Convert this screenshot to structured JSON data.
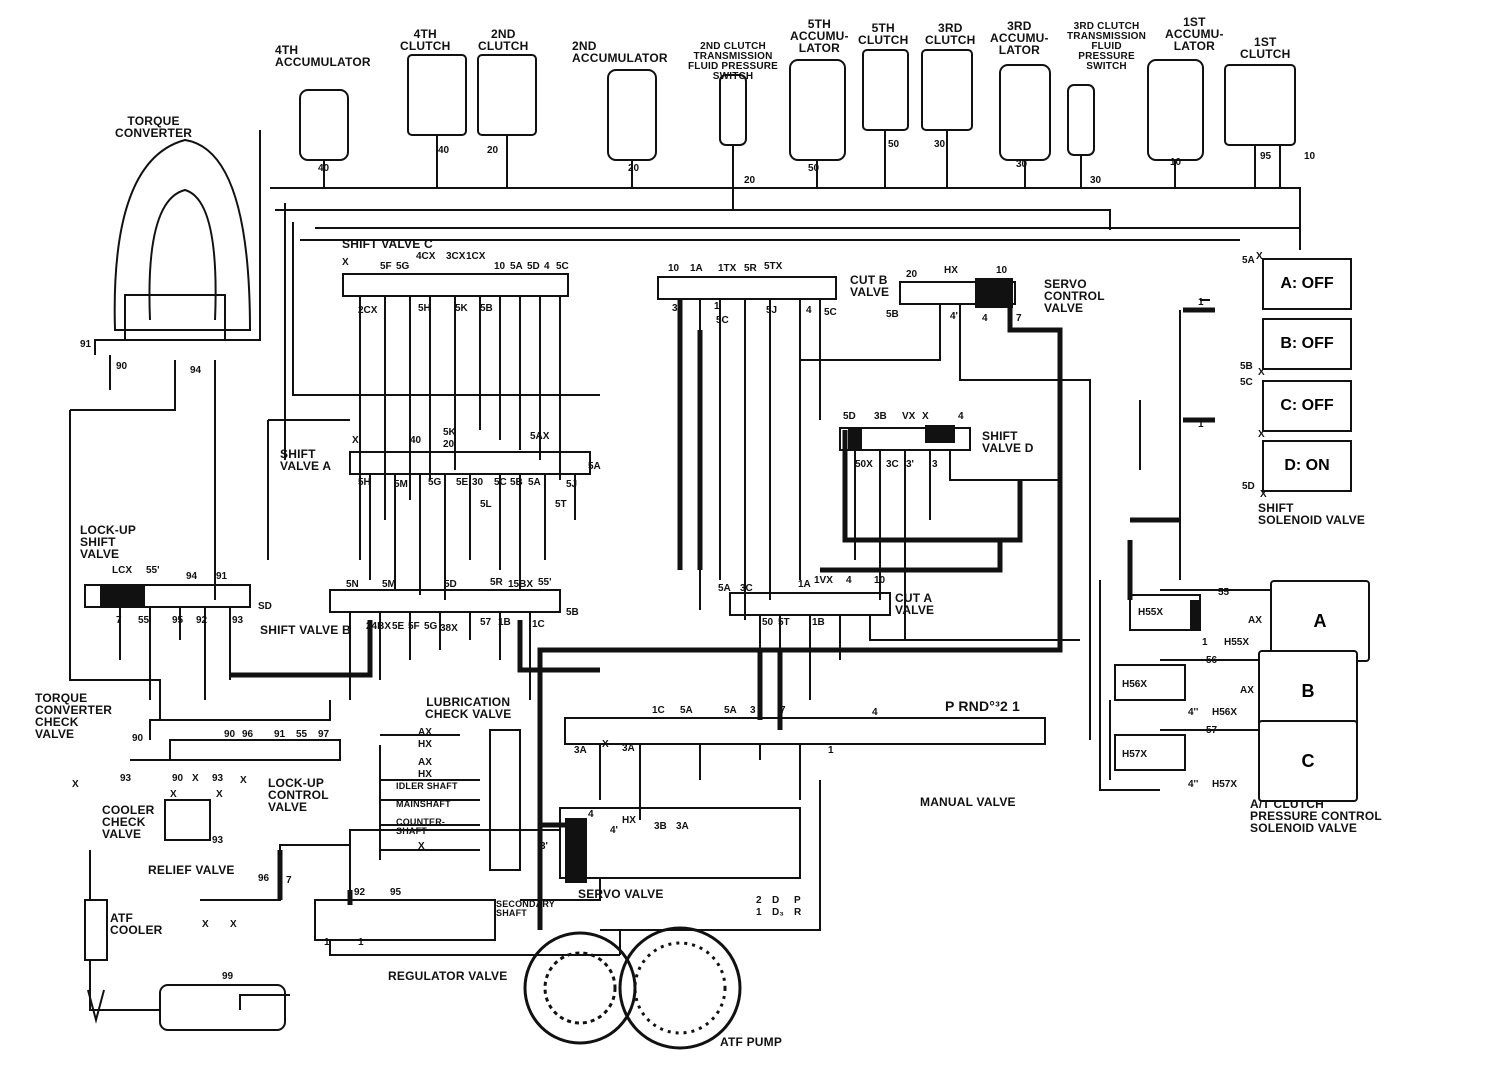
{
  "components": {
    "torque_converter": "TORQUE\nCONVERTER",
    "accumulator_4th": "4TH\nACCUMULATOR",
    "clutch_4th": "4TH\nCLUTCH",
    "clutch_2nd": "2ND\nCLUTCH",
    "accumulator_2nd": "2ND\nACCUMULATOR",
    "pressure_switch_2nd": "2ND CLUTCH\nTRANSMISSION\nFLUID PRESSURE\nSWITCH",
    "accumulator_5th": "5TH\nACCUMU-\nLATOR",
    "clutch_5th": "5TH\nCLUTCH",
    "clutch_3rd": "3RD\nCLUTCH",
    "accumulator_3rd": "3RD\nACCUMU-\nLATOR",
    "pressure_switch_3rd": "3RD CLUTCH\nTRANSMISSION\nFLUID\nPRESSURE\nSWITCH",
    "accumulator_1st": "1ST\nACCUMU-\nLATOR",
    "clutch_1st": "1ST\nCLUTCH",
    "shift_valve_c": "SHIFT VALVE C",
    "cut_b_valve": "CUT B\nVALVE",
    "servo_control_valve": "SERVO\nCONTROL\nVALVE",
    "shift_valve_a": "SHIFT\nVALVE A",
    "shift_valve_d": "SHIFT\nVALVE D",
    "lockup_shift_valve": "LOCK-UP\nSHIFT\nVALVE",
    "shift_valve_b": "SHIFT VALVE B",
    "cut_a_valve": "CUT A\nVALVE",
    "torque_converter_check_valve": "TORQUE\nCONVERTER\nCHECK\nVALVE",
    "lubrication_check_valve": "LUBRICATION\nCHECK VALVE",
    "lockup_control_valve": "LOCK-UP\nCONTROL\nVALVE",
    "cooler_check_valve": "COOLER\nCHECK\nVALVE",
    "relief_valve": "RELIEF VALVE",
    "atf_cooler": "ATF\nCOOLER",
    "regulator_valve": "REGULATOR VALVE",
    "servo_valve": "SERVO VALVE",
    "atf_pump": "ATF PUMP",
    "manual_valve": "MANUAL VALVE",
    "shift_solenoid_valve": "SHIFT\nSOLENOID VALVE",
    "pressure_control_solenoid": "A/T CLUTCH\nPRESSURE CONTROL\nSOLENOID VALVE",
    "secondary_shaft": "SECONDARY\nSHAFT",
    "idler_shaft": "IDLER SHAFT",
    "mainshaft": "MAINSHAFT",
    "countershaft": "COUNTER-\nSHAFT"
  },
  "solenoids": [
    {
      "label": "A: OFF"
    },
    {
      "label": "B: OFF"
    },
    {
      "label": "C: OFF"
    },
    {
      "label": "D: ON"
    }
  ],
  "pressure_solenoids": [
    {
      "label": "A"
    },
    {
      "label": "B"
    },
    {
      "label": "C"
    }
  ],
  "manual_positions": "P   RND°³2 1",
  "ports": {
    "p40a": "40",
    "p20a": "20",
    "p20b": "20",
    "p20c": "20",
    "p20d": "20",
    "p50a": "50",
    "p50b": "50",
    "p30a": "30",
    "p30b": "30",
    "p30c": "30",
    "p10a": "10",
    "p95": "95",
    "p10b": "10",
    "p40b": "40",
    "svc_x": "X",
    "svc_5f": "5F",
    "svc_5g": "5G",
    "svc_4cx": "4CX",
    "svc_3cx": "3CX",
    "svc_1cx": "1CX",
    "svc_10": "10",
    "svc_5a": "5A",
    "svc_5d": "5D",
    "svc_4": "4",
    "svc_5c": "5C",
    "svc_2cx": "2CX",
    "svc_5h": "5H",
    "svc_5k": "5K",
    "svc_5b": "5B",
    "cb_10": "10",
    "cb_1a": "1A",
    "cb_1tx": "1TX",
    "cb_5r": "5R",
    "cb_5tx": "5TX",
    "cb_3": "3",
    "cb_1": "1",
    "cb_5c": "5C",
    "cb_5j": "5J",
    "cb_4": "4",
    "cb_5c2": "5C",
    "sc_20": "20",
    "sc_hx": "HX",
    "sc_10": "10",
    "sc_5b": "5B",
    "sc_4p": "4'",
    "sc_4": "4",
    "sc_7": "7",
    "sva_x": "X",
    "sva_40": "40",
    "sva_5k": "5K",
    "sva_20": "20",
    "sva_5ax": "5AX",
    "sva_5h": "5H",
    "sva_5m": "5M",
    "sva_5g": "5G",
    "sva_5e": "5E",
    "sva_30": "30",
    "sva_5c": "5C",
    "sva_5b": "5B",
    "sva_5a": "5A",
    "sva_5j": "5J",
    "sva_5a2": "5A",
    "sva_5l": "5L",
    "sva_5t": "5T",
    "svd_5d": "5D",
    "svd_3b": "3B",
    "svd_vx": "VX",
    "svd_x": "X",
    "svd_4": "4",
    "svd_50x": "50X",
    "svd_3c": "3C",
    "svd_3p": "3'",
    "svd_3": "3",
    "lu_lcx": "LCX",
    "lu_55p": "55'",
    "lu_94": "94",
    "lu_91": "91",
    "lu_7": "7",
    "lu_55": "55",
    "lu_95": "95",
    "lu_92": "92",
    "lu_93": "93",
    "lu_sd": "SD",
    "svb_5n": "5N",
    "svb_5m": "5M",
    "svb_5d": "5D",
    "svb_5r": "5R",
    "svb_15bx": "15BX",
    "svb_55p": "55'",
    "svb_24bx": "24BX",
    "svb_5e": "5E",
    "svb_5f": "5F",
    "svb_5g": "5G",
    "svb_38x": "38X",
    "svb_57": "57",
    "svb_1b": "1B",
    "svb_1c": "1C",
    "svb_5b": "5B",
    "ca_5a": "5A",
    "ca_3c": "3C",
    "ca_1a": "1A",
    "ca_1vx": "1VX",
    "ca_4": "4",
    "ca_10": "10",
    "ca_50": "50",
    "ca_5t": "5T",
    "ca_1b": "1B",
    "tc_91": "91",
    "tc_90": "90",
    "tc_94": "94",
    "sol_5a": "5A",
    "sol_5b": "5B",
    "sol_5c": "5C",
    "sol_5d": "5D",
    "sol_x1": "X",
    "sol_x2": "X",
    "sol_x3": "X",
    "sol_x4": "X",
    "sol_1a": "1",
    "sol_1b": "1",
    "pc_h55x": "H55X",
    "pc_55": "55",
    "pc_ax1": "AX",
    "pc_h55x2": "H55X",
    "pc_1": "1",
    "pc_h56x": "H56X",
    "pc_56": "56",
    "pc_ax2": "AX",
    "pc_h56x2": "H56X",
    "pc_4pp": "4''",
    "pc_h57x": "H57X",
    "pc_57": "57",
    "pc_h57x2": "H57X",
    "pc_4pp2": "4''",
    "mv_1c": "1C",
    "mv_5a": "5A",
    "mv_5a2": "5A",
    "mv_3": "3",
    "mv_7": "7",
    "mv_4": "4",
    "mv_1": "1",
    "sv_3a": "3A",
    "sv_x": "X",
    "sv_3a2": "3A",
    "sv_hx": "HX",
    "sv_4p": "4'",
    "sv_3b": "3B",
    "sv_3a3": "3A",
    "sv_3p": "3'",
    "sv_4": "4",
    "lc_ax": "AX",
    "lc_hx": "HX",
    "lc_ax2": "AX",
    "lc_hx2": "HX",
    "lc_x": "X",
    "tcc_90": "90",
    "tcc_93": "93",
    "tcc_x": "X",
    "luc_96": "96",
    "luc_90": "90",
    "luc_91": "91",
    "luc_55": "55",
    "luc_97": "97",
    "luc_90b": "90",
    "luc_x": "X",
    "luc_93": "93",
    "luc_x2": "X",
    "luc_x3": "X",
    "luc_x4": "X",
    "luc_93b": "93",
    "rv_96": "96",
    "rv_7": "7",
    "rv_x": "X",
    "rv_x2": "X",
    "reg_92": "92",
    "reg_95": "95",
    "reg_1": "1",
    "reg_1b": "1",
    "reg_99": "99",
    "md_2": "2",
    "md_1": "1",
    "md_d": "D",
    "md_d2": "D₃",
    "md_p": "P",
    "md_r": "R"
  }
}
